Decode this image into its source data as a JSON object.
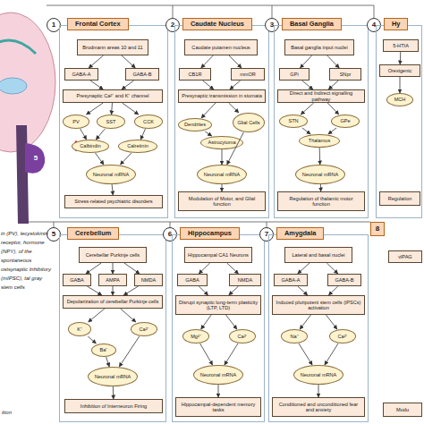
{
  "diagram": {
    "nodes": [
      {
        "text": [
          "1"
        ]
      },
      {
        "text": [
          "Frontal Cortex"
        ]
      },
      {
        "text": [
          "Brodmann areas 10 and 11"
        ],
        "in": 1
      },
      {
        "text": [
          "GABA-A"
        ],
        "in": 1
      },
      {
        "text": [
          "GABA-B"
        ],
        "in": 1
      },
      {
        "text": [
          "Presynaptic Ca²⁺ and K⁺ channel"
        ],
        "in": 1
      },
      {
        "text": [
          "PV"
        ],
        "in": 1
      },
      {
        "text": [
          "SST"
        ],
        "in": 1
      },
      {
        "text": [
          "CCK"
        ],
        "in": 1
      },
      {
        "text": [
          "Calbindin"
        ],
        "in": 1
      },
      {
        "text": [
          "Calretinin"
        ],
        "in": 1
      },
      {
        "text": [
          "Neuronal mRNA"
        ],
        "in": 1
      },
      {
        "text": [
          "Stress-related psychiatric disorders"
        ],
        "in": 1
      },
      {
        "text": [
          "2"
        ]
      },
      {
        "text": [
          "Caudate Nucleus"
        ]
      },
      {
        "text": [
          "Caudate putamen nucleus"
        ],
        "in": 14
      },
      {
        "text": [
          "CB1R"
        ],
        "in": 14
      },
      {
        "text": [
          "mmOR"
        ],
        "in": 14
      },
      {
        "text": [
          "Presynaptic transmission in stomata"
        ],
        "in": 14
      },
      {
        "text": [
          "Dendrites"
        ],
        "in": 14
      },
      {
        "text": [
          "Glial Cells"
        ],
        "in": 14
      },
      {
        "text": [
          "Astrocytoma"
        ],
        "in": 14
      },
      {
        "text": [
          "Neuronal mRNA"
        ],
        "in": 14
      },
      {
        "text": [
          "Modulation of Motor, and Glial function"
        ],
        "in": 14
      },
      {
        "text": [
          "3"
        ]
      },
      {
        "text": [
          "Basal Ganglia"
        ]
      },
      {
        "text": [
          "Basal ganglia input nuclei"
        ],
        "in": 25
      },
      {
        "text": [
          "GPi"
        ],
        "in": 25
      },
      {
        "text": [
          "SNpr"
        ],
        "in": 25
      },
      {
        "text": [
          "Direct and Indirect signalling pathway"
        ],
        "in": 25
      },
      {
        "text": [
          "STN"
        ],
        "in": 25
      },
      {
        "text": [
          "GPe"
        ],
        "in": 25
      },
      {
        "text": [
          "Thalamus"
        ],
        "in": 25
      },
      {
        "text": [
          "Neuronal mRNA"
        ],
        "in": 25
      },
      {
        "text": [
          "Regulation of thalamic motor function"
        ],
        "in": 25
      },
      {
        "text": [
          "4"
        ]
      },
      {
        "text": [
          "Hy"
        ]
      },
      {
        "text": [
          "5-HTIA"
        ],
        "in": 36
      },
      {
        "text": [
          "Orexigenic"
        ],
        "in": 36
      },
      {
        "text": [
          "MCH"
        ],
        "in": 36
      },
      {
        "text": [
          "Regulation"
        ],
        "in": 36
      },
      {
        "text": [
          "5"
        ]
      },
      {
        "text": [
          "Cerebellum"
        ]
      },
      {
        "text": [
          "Cerebellar Purkinje cells"
        ],
        "in": 42
      },
      {
        "text": [
          "GABA"
        ],
        "in": 42
      },
      {
        "text": [
          "AMPA"
        ],
        "in": 42
      },
      {
        "text": [
          "NMDA"
        ],
        "in": 42
      },
      {
        "text": [
          "Depolarization of cerebellar Purkinje cells"
        ],
        "in": 42
      },
      {
        "text": [
          "K⁺"
        ],
        "in": 42
      },
      {
        "text": [
          "Ba⁺"
        ],
        "in": 42
      },
      {
        "text": [
          "Ca²⁺"
        ],
        "in": 42
      },
      {
        "text": [
          "Neuronal mRNA"
        ],
        "in": 42
      },
      {
        "text": [
          "Inhibition of Interneuron Firing"
        ],
        "in": 42
      },
      {
        "text": [
          "6"
        ]
      },
      {
        "text": [
          "Hippocampus"
        ]
      },
      {
        "text": [
          "Hippocampal CA1 Neurons"
        ],
        "in": 54
      },
      {
        "text": [
          "GABA"
        ],
        "in": 54
      },
      {
        "text": [
          "NMDA"
        ],
        "in": 54
      },
      {
        "text": [
          "Disrupt synaptic long-term plasticity (LTP, LTD)"
        ],
        "in": 54
      },
      {
        "text": [
          "Mg²⁺"
        ],
        "in": 54
      },
      {
        "text": [
          "Ca²⁺"
        ],
        "in": 54
      },
      {
        "text": [
          "Neuronal mRNA"
        ],
        "in": 54
      },
      {
        "text": [
          "Hippocampal-dependent memory tasks"
        ],
        "in": 54
      },
      {
        "text": [
          "7"
        ]
      },
      {
        "text": [
          "Amygdala"
        ]
      },
      {
        "text": [
          "Lateral and basal nuclei"
        ],
        "in": 64
      },
      {
        "text": [
          "GABA-A"
        ],
        "in": 64
      },
      {
        "text": [
          "GABA-B"
        ],
        "in": 64
      },
      {
        "text": [
          "Induced pluripotent stem cells (iPSCs) activation"
        ],
        "in": 64
      },
      {
        "text": [
          "Na⁺"
        ],
        "in": 64
      },
      {
        "text": [
          "Ca²⁺"
        ],
        "in": 64
      },
      {
        "text": [
          "Neuronal mRNA"
        ],
        "in": 64
      },
      {
        "text": [
          "Conditioned and unconditioned fear and anxiety"
        ],
        "in": 64
      },
      {
        "text": [
          "8"
        ]
      },
      {
        "text": [
          "vlPAG"
        ]
      },
      {
        "text": [
          "Modu"
        ]
      }
    ],
    "edges": [
      {
        "from": 2,
        "to": 3,
        "arrow": "to"
      },
      {
        "from": 2,
        "to": 4,
        "arrow": "to"
      },
      {
        "from": 3,
        "to": 5,
        "arrow": "to"
      },
      {
        "from": 4,
        "to": 5,
        "arrow": "to"
      },
      {
        "from": 5,
        "to": 6,
        "arrow": "to"
      },
      {
        "from": 5,
        "to": 7,
        "arrow": "to"
      },
      {
        "from": 5,
        "to": 8,
        "arrow": "to"
      },
      {
        "from": 6,
        "to": 9,
        "arrow": "to"
      },
      {
        "from": 7,
        "to": 9,
        "arrow": "to"
      },
      {
        "from": 8,
        "to": 10,
        "arrow": "to"
      },
      {
        "from": 9,
        "to": 11,
        "arrow": "to"
      },
      {
        "from": 10,
        "to": 11,
        "arrow": "to"
      },
      {
        "from": 11,
        "to": 12,
        "arrow": "to"
      },
      {
        "from": 15,
        "to": 16,
        "arrow": "to"
      },
      {
        "from": 15,
        "to": 17,
        "arrow": "to"
      },
      {
        "from": 16,
        "to": 18,
        "arrow": "to"
      },
      {
        "from": 17,
        "to": 18,
        "arrow": "to"
      },
      {
        "from": 18,
        "to": 19,
        "arrow": "to"
      },
      {
        "from": 18,
        "to": 20,
        "arrow": "to"
      },
      {
        "from": 19,
        "to": 21,
        "arrow": "to"
      },
      {
        "from": 20,
        "to": 22,
        "arrow": "to"
      },
      {
        "from": 21,
        "to": 22,
        "arrow": "to"
      },
      {
        "from": 22,
        "to": 23,
        "arrow": "to"
      },
      {
        "from": 26,
        "to": 27,
        "arrow": "to"
      },
      {
        "from": 26,
        "to": 28,
        "arrow": "to"
      },
      {
        "from": 27,
        "to": 29,
        "arrow": "to"
      },
      {
        "from": 28,
        "to": 29,
        "arrow": "to"
      },
      {
        "from": 29,
        "to": 30,
        "arrow": "to"
      },
      {
        "from": 29,
        "to": 31,
        "arrow": "to"
      },
      {
        "from": 30,
        "to": 32,
        "arrow": "to"
      },
      {
        "from": 31,
        "to": 32,
        "arrow": "to"
      },
      {
        "from": 32,
        "to": 33,
        "arrow": "to"
      },
      {
        "from": 33,
        "to": 34,
        "arrow": "to"
      },
      {
        "from": 37,
        "to": 38,
        "arrow": "to"
      },
      {
        "from": 38,
        "to": 39,
        "arrow": "to"
      },
      {
        "from": 43,
        "to": 44,
        "arrow": "to"
      },
      {
        "from": 43,
        "to": 45,
        "arrow": "to"
      },
      {
        "from": 43,
        "to": 46,
        "arrow": "to"
      },
      {
        "from": 44,
        "to": 47,
        "arrow": "to"
      },
      {
        "from": 45,
        "to": 47,
        "arrow": "to"
      },
      {
        "from": 46,
        "to": 47,
        "arrow": "to"
      },
      {
        "from": 47,
        "to": 48,
        "arrow": "to"
      },
      {
        "from": 47,
        "to": 50,
        "arrow": "to"
      },
      {
        "from": 48,
        "to": 49,
        "arrow": "to"
      },
      {
        "from": 49,
        "to": 51,
        "arrow": "to"
      },
      {
        "from": 50,
        "to": 51,
        "arrow": "to"
      },
      {
        "from": 51,
        "to": 52,
        "arrow": "to"
      },
      {
        "from": 55,
        "to": 56,
        "arrow": "to"
      },
      {
        "from": 55,
        "to": 57,
        "arrow": "to"
      },
      {
        "from": 56,
        "to": 58,
        "arrow": "to"
      },
      {
        "from": 57,
        "to": 58,
        "arrow": "to"
      },
      {
        "from": 58,
        "to": 59,
        "arrow": "to"
      },
      {
        "from": 58,
        "to": 60,
        "arrow": "to"
      },
      {
        "from": 59,
        "to": 61,
        "arrow": "to"
      },
      {
        "from": 60,
        "to": 61,
        "arrow": "to"
      },
      {
        "from": 61,
        "to": 62,
        "arrow": "to"
      },
      {
        "from": 65,
        "to": 66,
        "arrow": "to"
      },
      {
        "from": 65,
        "to": 67,
        "arrow": "to"
      },
      {
        "from": 66,
        "to": 68,
        "arrow": "to"
      },
      {
        "from": 67,
        "to": 68,
        "arrow": "to"
      },
      {
        "from": 68,
        "to": 69,
        "arrow": "to"
      },
      {
        "from": 68,
        "to": 70,
        "arrow": "to"
      },
      {
        "from": 69,
        "to": 71,
        "arrow": "to"
      },
      {
        "from": 70,
        "to": 71,
        "arrow": "to"
      },
      {
        "from": 71,
        "to": 72,
        "arrow": "to"
      }
    ],
    "labels": [
      "in (PV), lecystokinin receptor, hormone (NPY), of the spontaneous ostsynaptic Inhibitory (mIPSC), tal gray stem cells",
      "ition",
      "5"
    ]
  }
}
